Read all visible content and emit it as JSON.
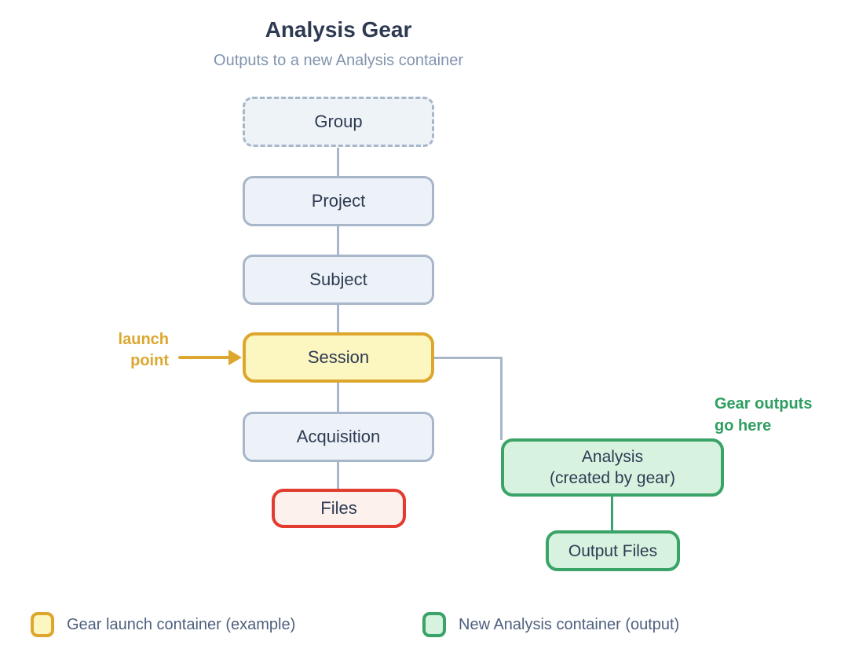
{
  "header": {
    "title": "Analysis Gear",
    "subtitle": "Outputs to a new Analysis container"
  },
  "hierarchy": {
    "nodes": [
      {
        "label": "Group",
        "style": "dashed"
      },
      {
        "label": "Project",
        "style": "default"
      },
      {
        "label": "Subject",
        "style": "default"
      },
      {
        "label": "Session",
        "style": "launch-point"
      },
      {
        "label": "Acquisition",
        "style": "default"
      },
      {
        "label": "Files",
        "style": "files"
      }
    ]
  },
  "analysis_branch": {
    "analysis_line1": "Analysis",
    "analysis_line2": "(created by gear)",
    "output_files_label": "Output Files"
  },
  "annotations": {
    "launch_point_line1": "launch",
    "launch_point_line2": "point",
    "gear_outputs_line1": "Gear outputs",
    "gear_outputs_line2": "go here"
  },
  "legend": {
    "items": [
      {
        "swatch_color": "#fcf6c0",
        "swatch_border": "#dda62d",
        "label": "Gear launch container (example)"
      },
      {
        "swatch_color": "#d7f3e0",
        "swatch_border": "#3aa368",
        "label": "New Analysis container (output)"
      }
    ]
  },
  "colors": {
    "title_text": "#2d3a52",
    "subtitle_text": "#8094ad",
    "node_fill": "#edf2f8",
    "node_border": "#a7b6c9",
    "node_text": "#2d3a52",
    "launch_fill": "#fcf6c0",
    "launch_border": "#dda62d",
    "launch_point_text": "#dca72e",
    "files_fill": "#fdf1ee",
    "files_border": "#e23b30",
    "analysis_fill": "#d7f3e0",
    "analysis_border": "#3aa368",
    "gear_outputs_text": "#2e9e60",
    "connector": "#a7b6c9",
    "legend_text": "#4e5f7d"
  }
}
